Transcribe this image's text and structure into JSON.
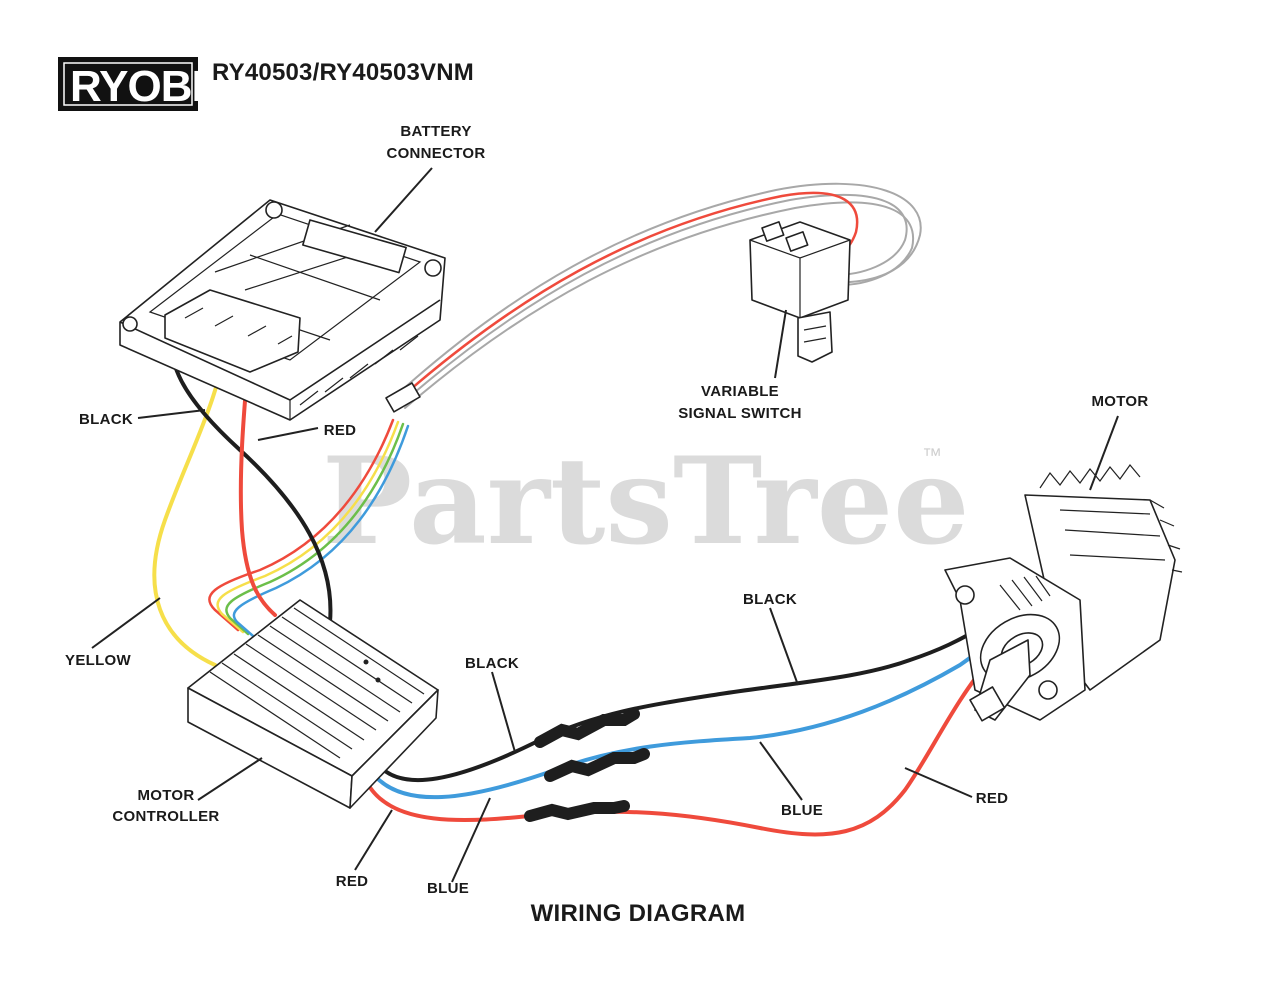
{
  "brand": {
    "logo_text": "RYOBI"
  },
  "header": {
    "model": "RY40503/RY40503VNM"
  },
  "caption": "WIRING DIAGRAM",
  "watermark": {
    "text": "PartsTree",
    "tm": "™"
  },
  "labels": {
    "battery_connector": [
      "BATTERY",
      "CONNECTOR"
    ],
    "variable_signal_switch": [
      "VARIABLE",
      "SIGNAL SWITCH"
    ],
    "motor": "MOTOR",
    "motor_controller": [
      "MOTOR",
      "CONTROLLER"
    ],
    "black_top_left": "BLACK",
    "red_top": "RED",
    "yellow": "YELLOW",
    "black_mid": "BLACK",
    "black_right": "BLACK",
    "blue_right": "BLUE",
    "red_right": "RED",
    "red_bottom": "RED",
    "blue_bottom": "BLUE"
  },
  "wire_colors": {
    "black": "#1e1e1e",
    "red": "#ef4a3c",
    "blue": "#3f9bdc",
    "yellow": "#f6df4a",
    "green": "#6cbf4a",
    "gray": "#a8a8a8"
  }
}
